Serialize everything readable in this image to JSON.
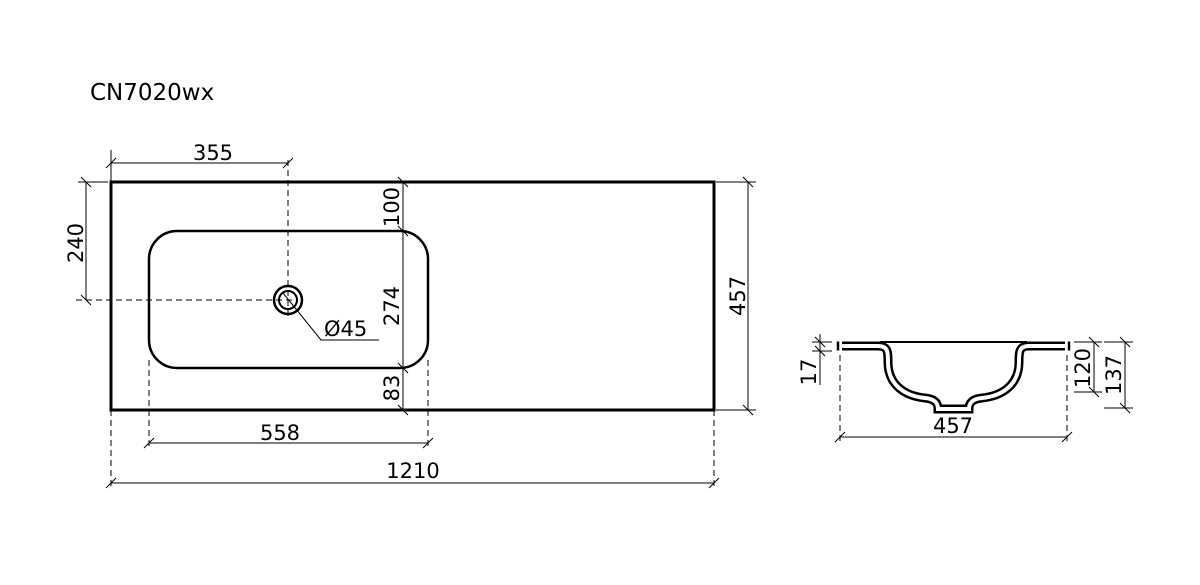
{
  "title": "CN7020wx",
  "top_view": {
    "drain_offset_x": "355",
    "drain_offset_y": "240",
    "basin_top_margin": "100",
    "basin_depth": "274",
    "basin_bottom_margin": "83",
    "basin_width": "558",
    "overall_width": "1210",
    "overall_depth": "457",
    "drain_diameter": "Ø45"
  },
  "side_view": {
    "lip_thickness": "17",
    "width": "457",
    "bowl_depth": "120",
    "total_height": "137"
  }
}
